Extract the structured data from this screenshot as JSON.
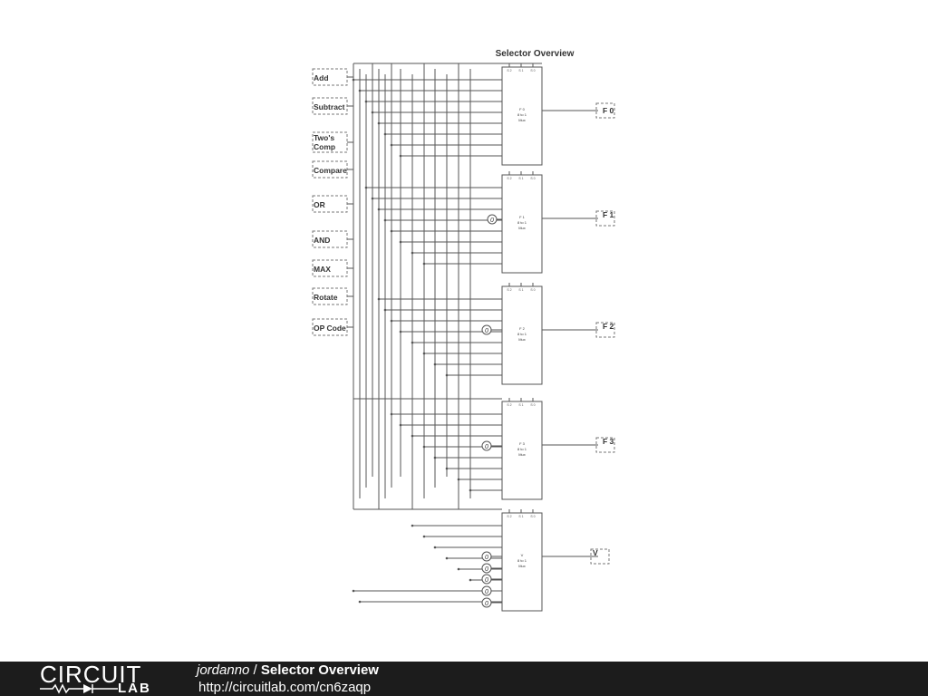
{
  "diagram": {
    "title": "Selector Overview",
    "inputs": [
      "Add",
      "Subtract",
      "Two's",
      "Comp",
      "Compare",
      "OR",
      "AND",
      "MAX",
      "Rotate",
      "OP Code"
    ],
    "muxes": [
      {
        "name": "F 0",
        "sub": "8 to 1",
        "kind": "Mux",
        "output": "F 0",
        "selects": [
          "S 2",
          "S 1",
          "S 0"
        ]
      },
      {
        "name": "F 1",
        "sub": "8 to 1",
        "kind": "Mux",
        "output": "F 1",
        "selects": [
          "S 2",
          "S 1",
          "S 0"
        ]
      },
      {
        "name": "F 2",
        "sub": "8 to 1",
        "kind": "Mux",
        "output": "F 2",
        "selects": [
          "S 2",
          "S 1",
          "S 0"
        ]
      },
      {
        "name": "F 3",
        "sub": "8 to 1",
        "kind": "Mux",
        "output": "F 3",
        "selects": [
          "S 2",
          "S 1",
          "S 0"
        ]
      },
      {
        "name": "V",
        "sub": "8 to 1",
        "kind": "Mux",
        "output": "V",
        "selects": [
          "S 2",
          "S 1",
          "S 0"
        ]
      }
    ],
    "constant": "0"
  },
  "footer": {
    "logo_top": "CIRCUIT",
    "logo_bottom": "LAB",
    "author": "jordanno",
    "separator": " / ",
    "title": "Selector Overview",
    "url": "http://circuitlab.com/cn6zaqp"
  }
}
